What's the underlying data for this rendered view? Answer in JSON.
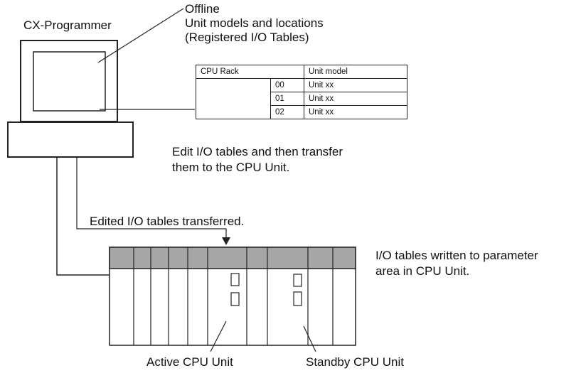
{
  "labels": {
    "cx_programmer": "CX-Programmer",
    "offline": "Offline",
    "unit_models_line1": "Unit models and locations",
    "unit_models_line2": "(Registered I/O Tables)",
    "edit_line1": "Edit I/O tables and then transfer",
    "edit_line2": "them to the CPU Unit.",
    "transferred": "Edited I/O tables transferred.",
    "written_line1": "I/O tables written to parameter",
    "written_line2": "area in CPU Unit.",
    "active_cpu": "Active CPU Unit",
    "standby_cpu": "Standby CPU Unit"
  },
  "io_table": {
    "header": {
      "rack": "CPU Rack",
      "model": "Unit model"
    },
    "rows": [
      {
        "slot": "00",
        "model": "Unit xx"
      },
      {
        "slot": "01",
        "model": "Unit xx"
      },
      {
        "slot": "02",
        "model": "Unit xx"
      }
    ]
  },
  "colors": {
    "rack_top": "#a6a6a6",
    "line": "#222222"
  }
}
